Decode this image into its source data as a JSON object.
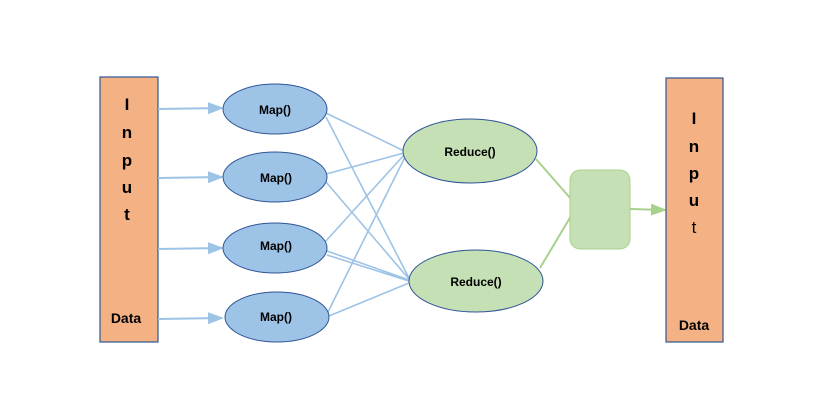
{
  "input_box": {
    "letters": [
      "I",
      "n",
      "p",
      "u",
      "t"
    ],
    "label": "Data"
  },
  "map_nodes": [
    {
      "label": "Map()"
    },
    {
      "label": "Map()"
    },
    {
      "label": "Map()"
    },
    {
      "label": "Map()"
    }
  ],
  "reduce_nodes": [
    {
      "label": "Reduce()"
    },
    {
      "label": "Reduce()"
    }
  ],
  "output_box": {
    "letters": [
      "I",
      "n",
      "p",
      "u",
      "t"
    ],
    "label": "Data"
  },
  "colors": {
    "data_box": "#f4b183",
    "box_border": "#2f5597",
    "map_fill": "#9dc3e6",
    "reduce_fill": "#c5e0b4",
    "blue_edge": "#9dc3e6",
    "green_edge": "#a9d18e"
  }
}
